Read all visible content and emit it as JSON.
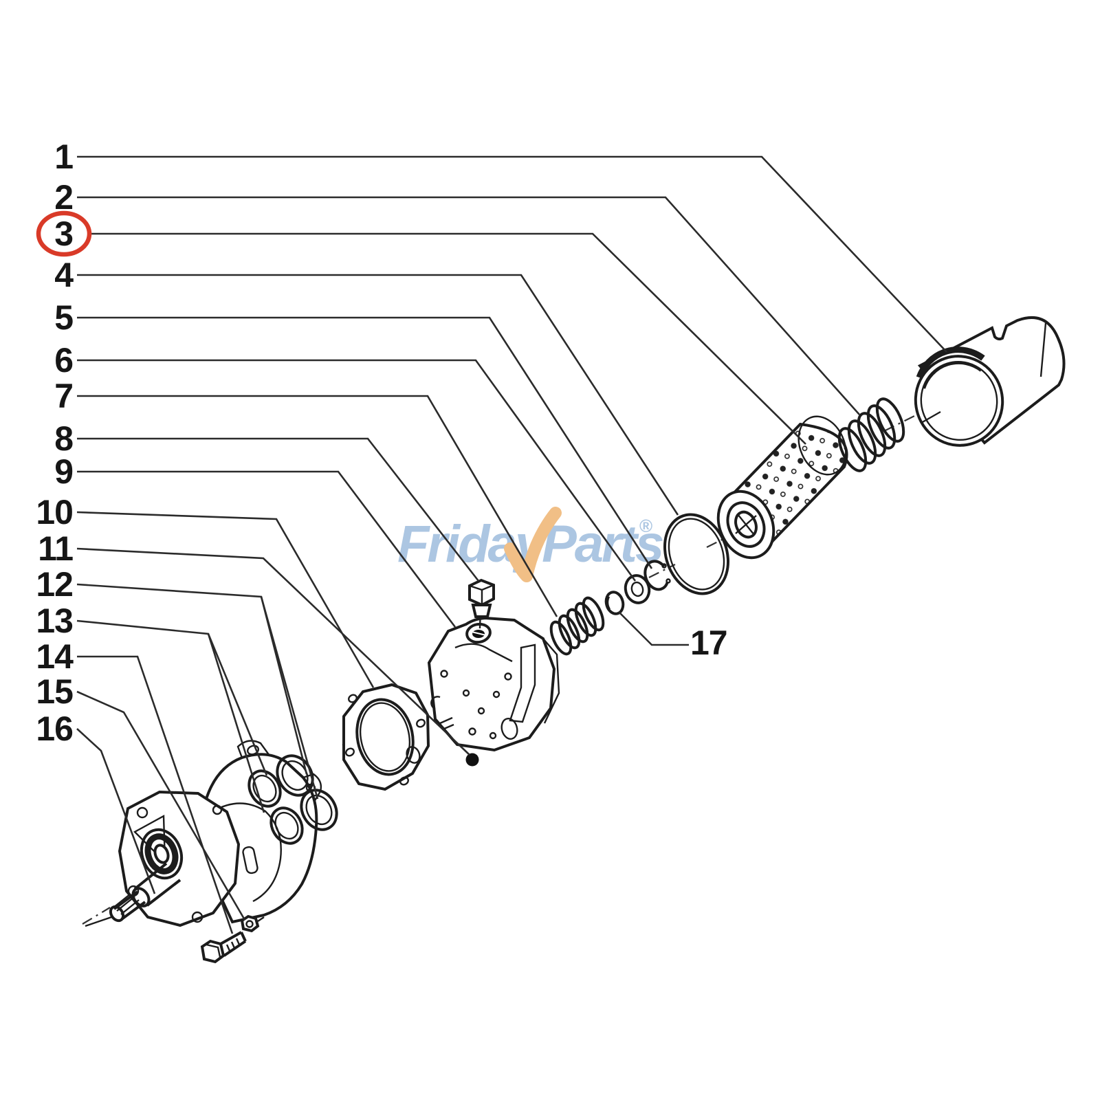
{
  "figure": {
    "type": "exploded-parts-diagram",
    "callouts": [
      {
        "id": "1"
      },
      {
        "id": "2"
      },
      {
        "id": "3"
      },
      {
        "id": "4"
      },
      {
        "id": "5"
      },
      {
        "id": "6"
      },
      {
        "id": "7"
      },
      {
        "id": "8"
      },
      {
        "id": "9"
      },
      {
        "id": "10"
      },
      {
        "id": "11"
      },
      {
        "id": "12"
      },
      {
        "id": "13"
      },
      {
        "id": "14"
      },
      {
        "id": "15"
      },
      {
        "id": "16"
      },
      {
        "id": "17"
      }
    ],
    "highlighted_callout": "3",
    "watermark": {
      "prefix": "Frida",
      "y_letter": "y",
      "suffix": "Parts",
      "registered": "®"
    },
    "colors": {
      "line": "#1c1c1c",
      "highlight": "#d93a28",
      "watermark_blue": "#a6c2e0",
      "watermark_orange": "#f0ba7c"
    }
  }
}
